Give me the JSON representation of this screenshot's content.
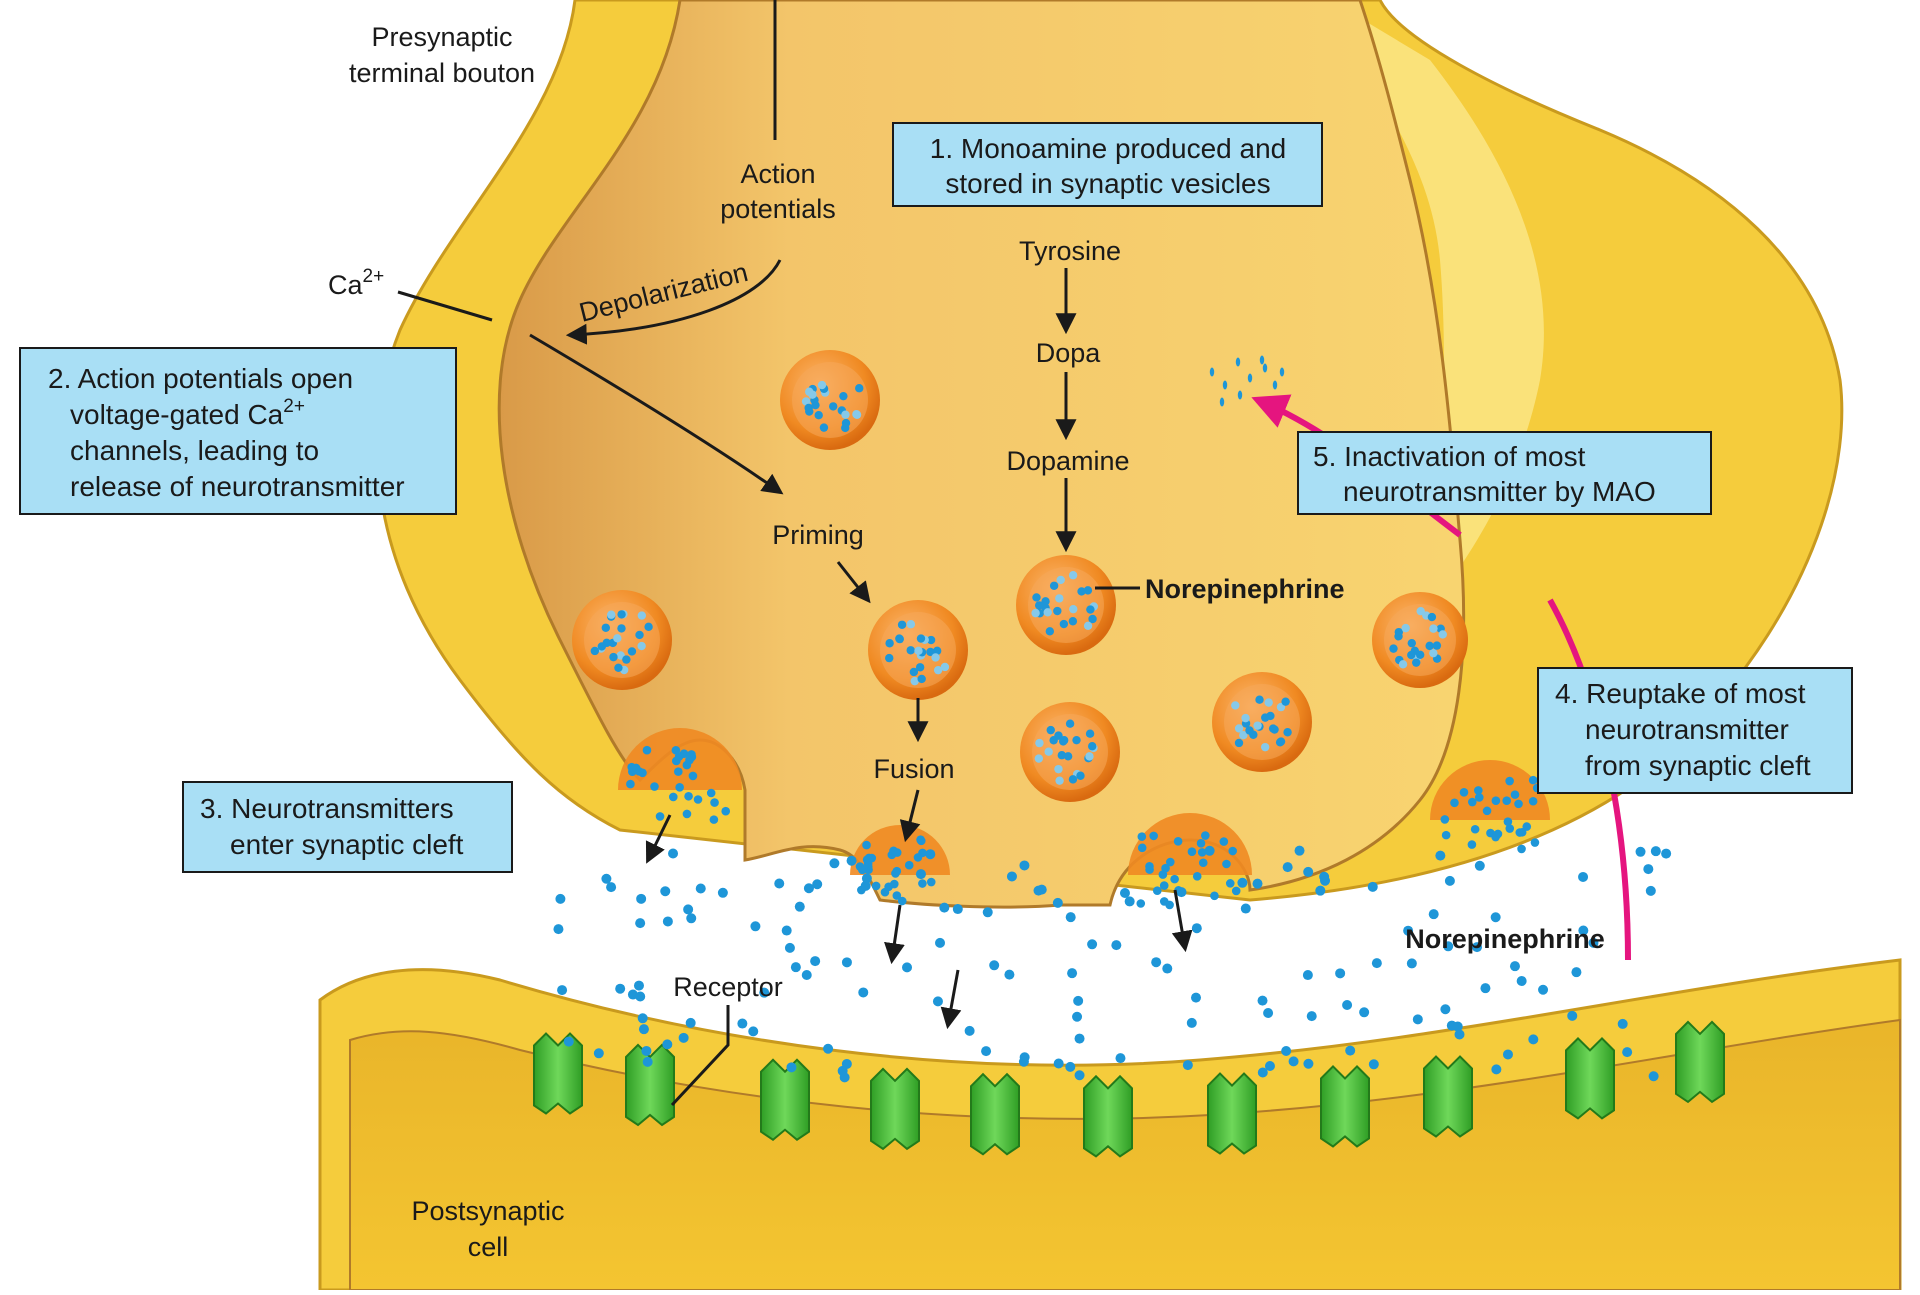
{
  "colors": {
    "membrane": "#f5cc3c",
    "membrane_light": "#fbe78a",
    "cytoplasm": "#f8d470",
    "cytoplasm_dark": "#d99a48",
    "vesicle": "#f08a22",
    "transmitter": "#1e96d8",
    "receptor": "#4cc33a",
    "mao_arrow": "#e5157f",
    "callout_fill": "#a9dff5"
  },
  "labels": {
    "presynaptic_1": "Presynaptic",
    "presynaptic_2": "terminal bouton",
    "action_1": "Action",
    "action_2": "potentials",
    "depolarization": "Depolarization",
    "ca": "Ca",
    "ca_sup": "2+",
    "tyrosine": "Tyrosine",
    "dopa": "Dopa",
    "dopamine": "Dopamine",
    "norepinephrine_vesicle": "Norepinephrine",
    "priming": "Priming",
    "fusion": "Fusion",
    "norepinephrine_cleft": "Norepinephrine",
    "receptor": "Receptor",
    "postsynaptic_1": "Postsynaptic",
    "postsynaptic_2": "cell"
  },
  "callouts": {
    "step1": {
      "line1": "1. Monoamine produced and",
      "line2": "stored in synaptic vesicles"
    },
    "step2": {
      "line1": "2. Action potentials open",
      "line2a": "voltage-gated Ca",
      "line2_sup": "2+",
      "line3": "channels, leading to",
      "line4": "release of neurotransmitter"
    },
    "step3": {
      "line1": "3. Neurotransmitters",
      "line2": "enter synaptic cleft"
    },
    "step4": {
      "line1": "4. Reuptake of most",
      "line2": "neurotransmitter",
      "line3": "from synaptic cleft"
    },
    "step5": {
      "line1": "5. Inactivation of most",
      "line2": "neurotransmitter by MAO"
    }
  }
}
